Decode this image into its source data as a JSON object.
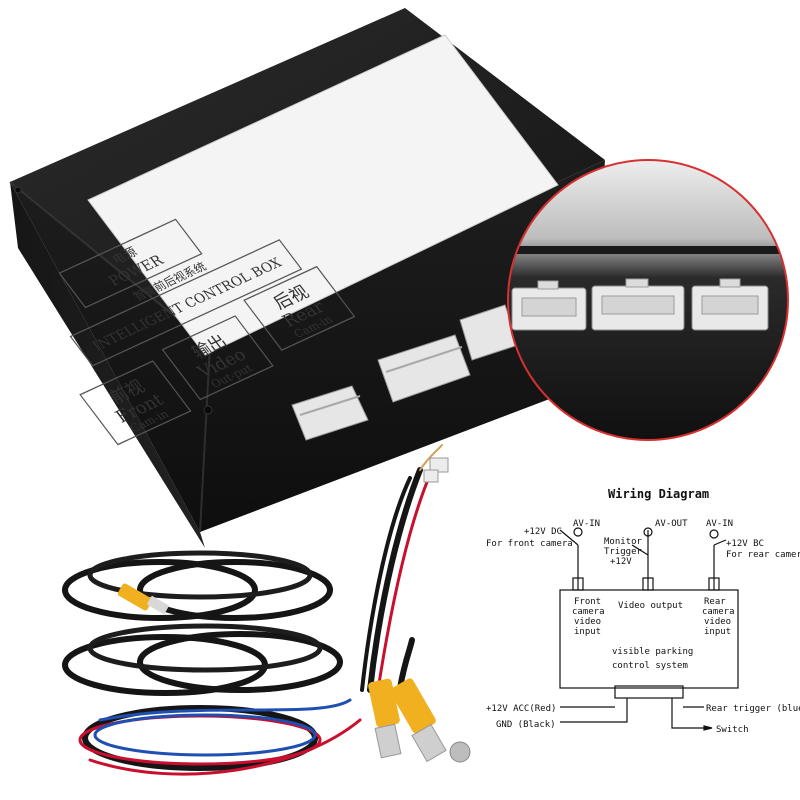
{
  "colors": {
    "box_body": "#1c1c1c",
    "label_bg": "#f4f4f4",
    "connector": "#e8e8e8",
    "rca_yellow": "#f0b020",
    "wire_red": "#c8102e",
    "wire_blue": "#1f4fb0",
    "cable_black": "#151515",
    "magnifier_ring": "#d63030"
  },
  "label": {
    "power_cn": "电源",
    "power_en": "POWER",
    "title_cn": "智能前后视系统",
    "title_en": "INTELLIGENT CONTROL BOX",
    "front_cn": "前视",
    "front_en": "Front",
    "front_sub": "Cam-in",
    "video_cn": "输出",
    "video_en": "Video",
    "video_sub": "Out-put",
    "rear_cn": "后视",
    "rear_en": "Rear",
    "rear_sub": "Cam-in"
  },
  "wiring": {
    "title": "Wiring Diagram",
    "av_in_left": "AV-IN",
    "av_out": "AV-OUT",
    "av_in_right": "AV-IN",
    "dc_left_1": "+12V DC",
    "dc_left_2": "For front camera",
    "monitor_1": "Monitor",
    "monitor_2": "Trigger",
    "monitor_3": "+12V",
    "dc_right_1": "+12V BC",
    "dc_right_2": "For rear camera",
    "front_1": "Front",
    "front_2": "camera",
    "front_3": "video",
    "front_4": "input",
    "video_output": "Video output",
    "rear_1": "Rear",
    "rear_2": "camera",
    "rear_3": "video",
    "rear_4": "input",
    "system_1": "visible parking",
    "system_2": "control system",
    "acc": "+12V ACC(Red)",
    "gnd": "GND (Black)",
    "rear_trigger": "Rear trigger (blue)",
    "switch": "Switch"
  }
}
